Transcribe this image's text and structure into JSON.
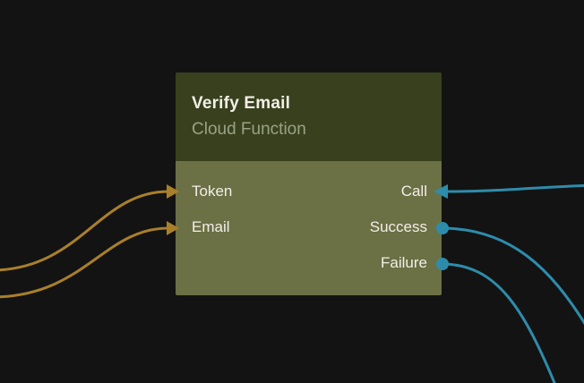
{
  "node": {
    "title": "Verify Email",
    "subtitle": "Cloud Function",
    "inputs": [
      {
        "label": "Token"
      },
      {
        "label": "Email"
      }
    ],
    "outputs": [
      {
        "label": "Call"
      },
      {
        "label": "Success"
      },
      {
        "label": "Failure"
      }
    ]
  },
  "colors": {
    "background": "#131313",
    "node_header": "#38401d",
    "node_body": "#6b7045",
    "title_text": "#f2efe7",
    "subtitle_text": "#9aa287",
    "port_text": "#f2efe7",
    "wire_orange": "#a97f2a",
    "wire_blue": "#2e8cab"
  }
}
